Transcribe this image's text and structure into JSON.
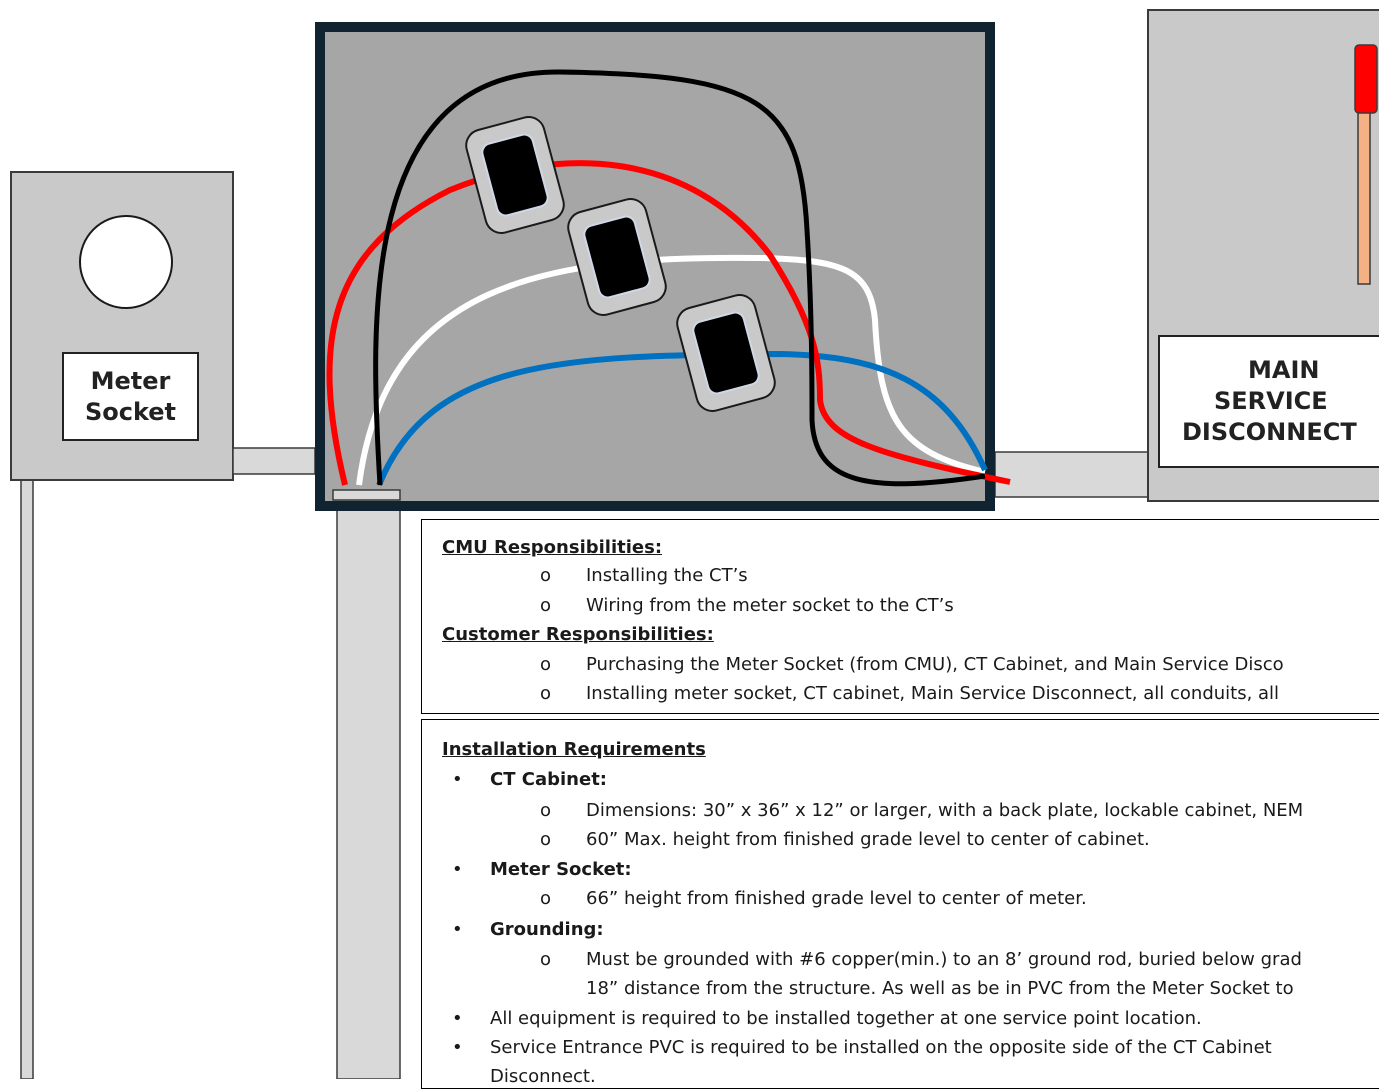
{
  "meter_socket": {
    "label_line1": "Meter",
    "label_line2": "Socket"
  },
  "main_disconnect": {
    "label_line1": "MAIN",
    "label_line2": "SERVICE",
    "label_line3": "DISCONNECT"
  },
  "colors": {
    "cabinet_frame": "#0f2330",
    "cabinet_fill": "#a6a6a6",
    "enclosure": "#c9c9c9",
    "conduit": "#d9d9d9",
    "wire_red": "#ff0000",
    "wire_white": "#ffffff",
    "wire_blue": "#0070c0",
    "wire_black": "#000000",
    "handle": "#ff0000",
    "handle_stem": "#f4b183"
  },
  "cmu": {
    "title": "CMU Responsibilities:",
    "items": [
      "Installing the CT’s",
      "Wiring from the meter socket to the CT’s"
    ]
  },
  "customer": {
    "title": "Customer Responsibilities:",
    "items": [
      "Purchasing the Meter Socket (from CMU), CT Cabinet, and Main Service Disco",
      "Installing meter socket, CT cabinet, Main Service Disconnect, all conduits, all"
    ]
  },
  "install": {
    "title": "Installation Requirements",
    "ct_cabinet": {
      "heading": "CT Cabinet:",
      "items": [
        "Dimensions: 30” x 36” x 12” or larger, with a back plate, lockable cabinet, NEM",
        "60” Max. height from finished grade level to center of cabinet."
      ]
    },
    "meter_socket": {
      "heading": "Meter Socket:",
      "items": [
        "66” height from finished grade level to center of meter."
      ]
    },
    "grounding": {
      "heading": "Grounding:",
      "items": [
        "Must be grounded with #6 copper(min.) to an 8’ ground rod, buried below grad"
      ],
      "continuation": "18” distance from the structure. As well as be in PVC from the Meter Socket to"
    },
    "bullets": [
      "All equipment is required to be installed together at one service point location.",
      "Service Entrance PVC is required to be installed on the opposite side of the CT Cabinet"
    ],
    "bullet_continuation": "Disconnect."
  }
}
